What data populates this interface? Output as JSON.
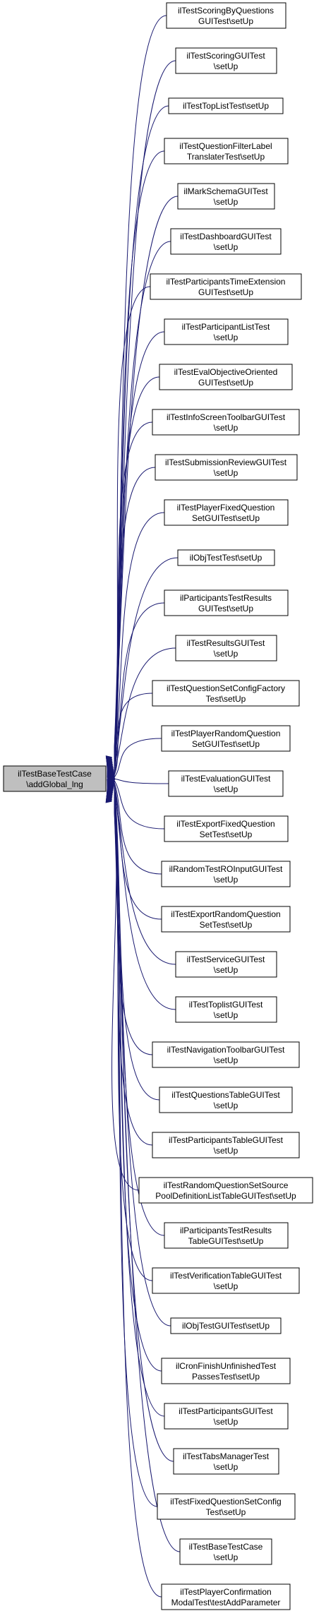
{
  "root": {
    "lines": [
      "ilTestBaseTestCase",
      "\\addGlobal_lng"
    ]
  },
  "nodes": [
    {
      "lines": [
        "ilTestScoringByQuestions",
        "GUITest\\setUp"
      ]
    },
    {
      "lines": [
        "ilTestScoringGUITest",
        "\\setUp"
      ]
    },
    {
      "lines": [
        "ilTestTopListTest\\setUp"
      ]
    },
    {
      "lines": [
        "ilTestQuestionFilterLabel",
        "TranslaterTest\\setUp"
      ]
    },
    {
      "lines": [
        "ilMarkSchemaGUITest",
        "\\setUp"
      ]
    },
    {
      "lines": [
        "ilTestDashboardGUITest",
        "\\setUp"
      ]
    },
    {
      "lines": [
        "ilTestParticipantsTimeExtension",
        "GUITest\\setUp"
      ]
    },
    {
      "lines": [
        "ilTestParticipantListTest",
        "\\setUp"
      ]
    },
    {
      "lines": [
        "ilTestEvalObjectiveOriented",
        "GUITest\\setUp"
      ]
    },
    {
      "lines": [
        "ilTestInfoScreenToolbarGUITest",
        "\\setUp"
      ]
    },
    {
      "lines": [
        "ilTestSubmissionReviewGUITest",
        "\\setUp"
      ]
    },
    {
      "lines": [
        "ilTestPlayerFixedQuestion",
        "SetGUITest\\setUp"
      ]
    },
    {
      "lines": [
        "ilObjTestTest\\setUp"
      ]
    },
    {
      "lines": [
        "ilParticipantsTestResults",
        "GUITest\\setUp"
      ]
    },
    {
      "lines": [
        "ilTestResultsGUITest",
        "\\setUp"
      ]
    },
    {
      "lines": [
        "ilTestQuestionSetConfigFactory",
        "Test\\setUp"
      ]
    },
    {
      "lines": [
        "ilTestPlayerRandomQuestion",
        "SetGUITest\\setUp"
      ]
    },
    {
      "lines": [
        "ilTestEvaluationGUITest",
        "\\setUp"
      ]
    },
    {
      "lines": [
        "ilTestExportFixedQuestion",
        "SetTest\\setUp"
      ]
    },
    {
      "lines": [
        "ilRandomTestROInputGUITest",
        "\\setUp"
      ]
    },
    {
      "lines": [
        "ilTestExportRandomQuestion",
        "SetTest\\setUp"
      ]
    },
    {
      "lines": [
        "ilTestServiceGUITest",
        "\\setUp"
      ]
    },
    {
      "lines": [
        "ilTestToplistGUITest",
        "\\setUp"
      ]
    },
    {
      "lines": [
        "ilTestNavigationToolbarGUITest",
        "\\setUp"
      ]
    },
    {
      "lines": [
        "ilTestQuestionsTableGUITest",
        "\\setUp"
      ]
    },
    {
      "lines": [
        "ilTestParticipantsTableGUITest",
        "\\setUp"
      ]
    },
    {
      "lines": [
        "ilTestRandomQuestionSetSource",
        "PoolDefinitionListTableGUITest\\setUp"
      ]
    },
    {
      "lines": [
        "ilParticipantsTestResults",
        "TableGUITest\\setUp"
      ]
    },
    {
      "lines": [
        "ilTestVerificationTableGUITest",
        "\\setUp"
      ]
    },
    {
      "lines": [
        "ilObjTestGUITest\\setUp"
      ]
    },
    {
      "lines": [
        "ilCronFinishUnfinishedTest",
        "PassesTest\\setUp"
      ]
    },
    {
      "lines": [
        "ilTestParticipantsGUITest",
        "\\setUp"
      ]
    },
    {
      "lines": [
        "ilTestTabsManagerTest",
        "\\setUp"
      ]
    },
    {
      "lines": [
        "ilTestFixedQuestionSetConfig",
        "Test\\setUp"
      ]
    },
    {
      "lines": [
        "ilTestBaseTestCase",
        "\\setUp"
      ]
    },
    {
      "lines": [
        "ilTestPlayerConfirmation",
        "ModalTest\\testAddParameter"
      ]
    }
  ],
  "colors": {
    "edge": "#191970",
    "root_fill": "#bfbfbf",
    "node_fill": "#ffffff",
    "border": "#000000"
  }
}
